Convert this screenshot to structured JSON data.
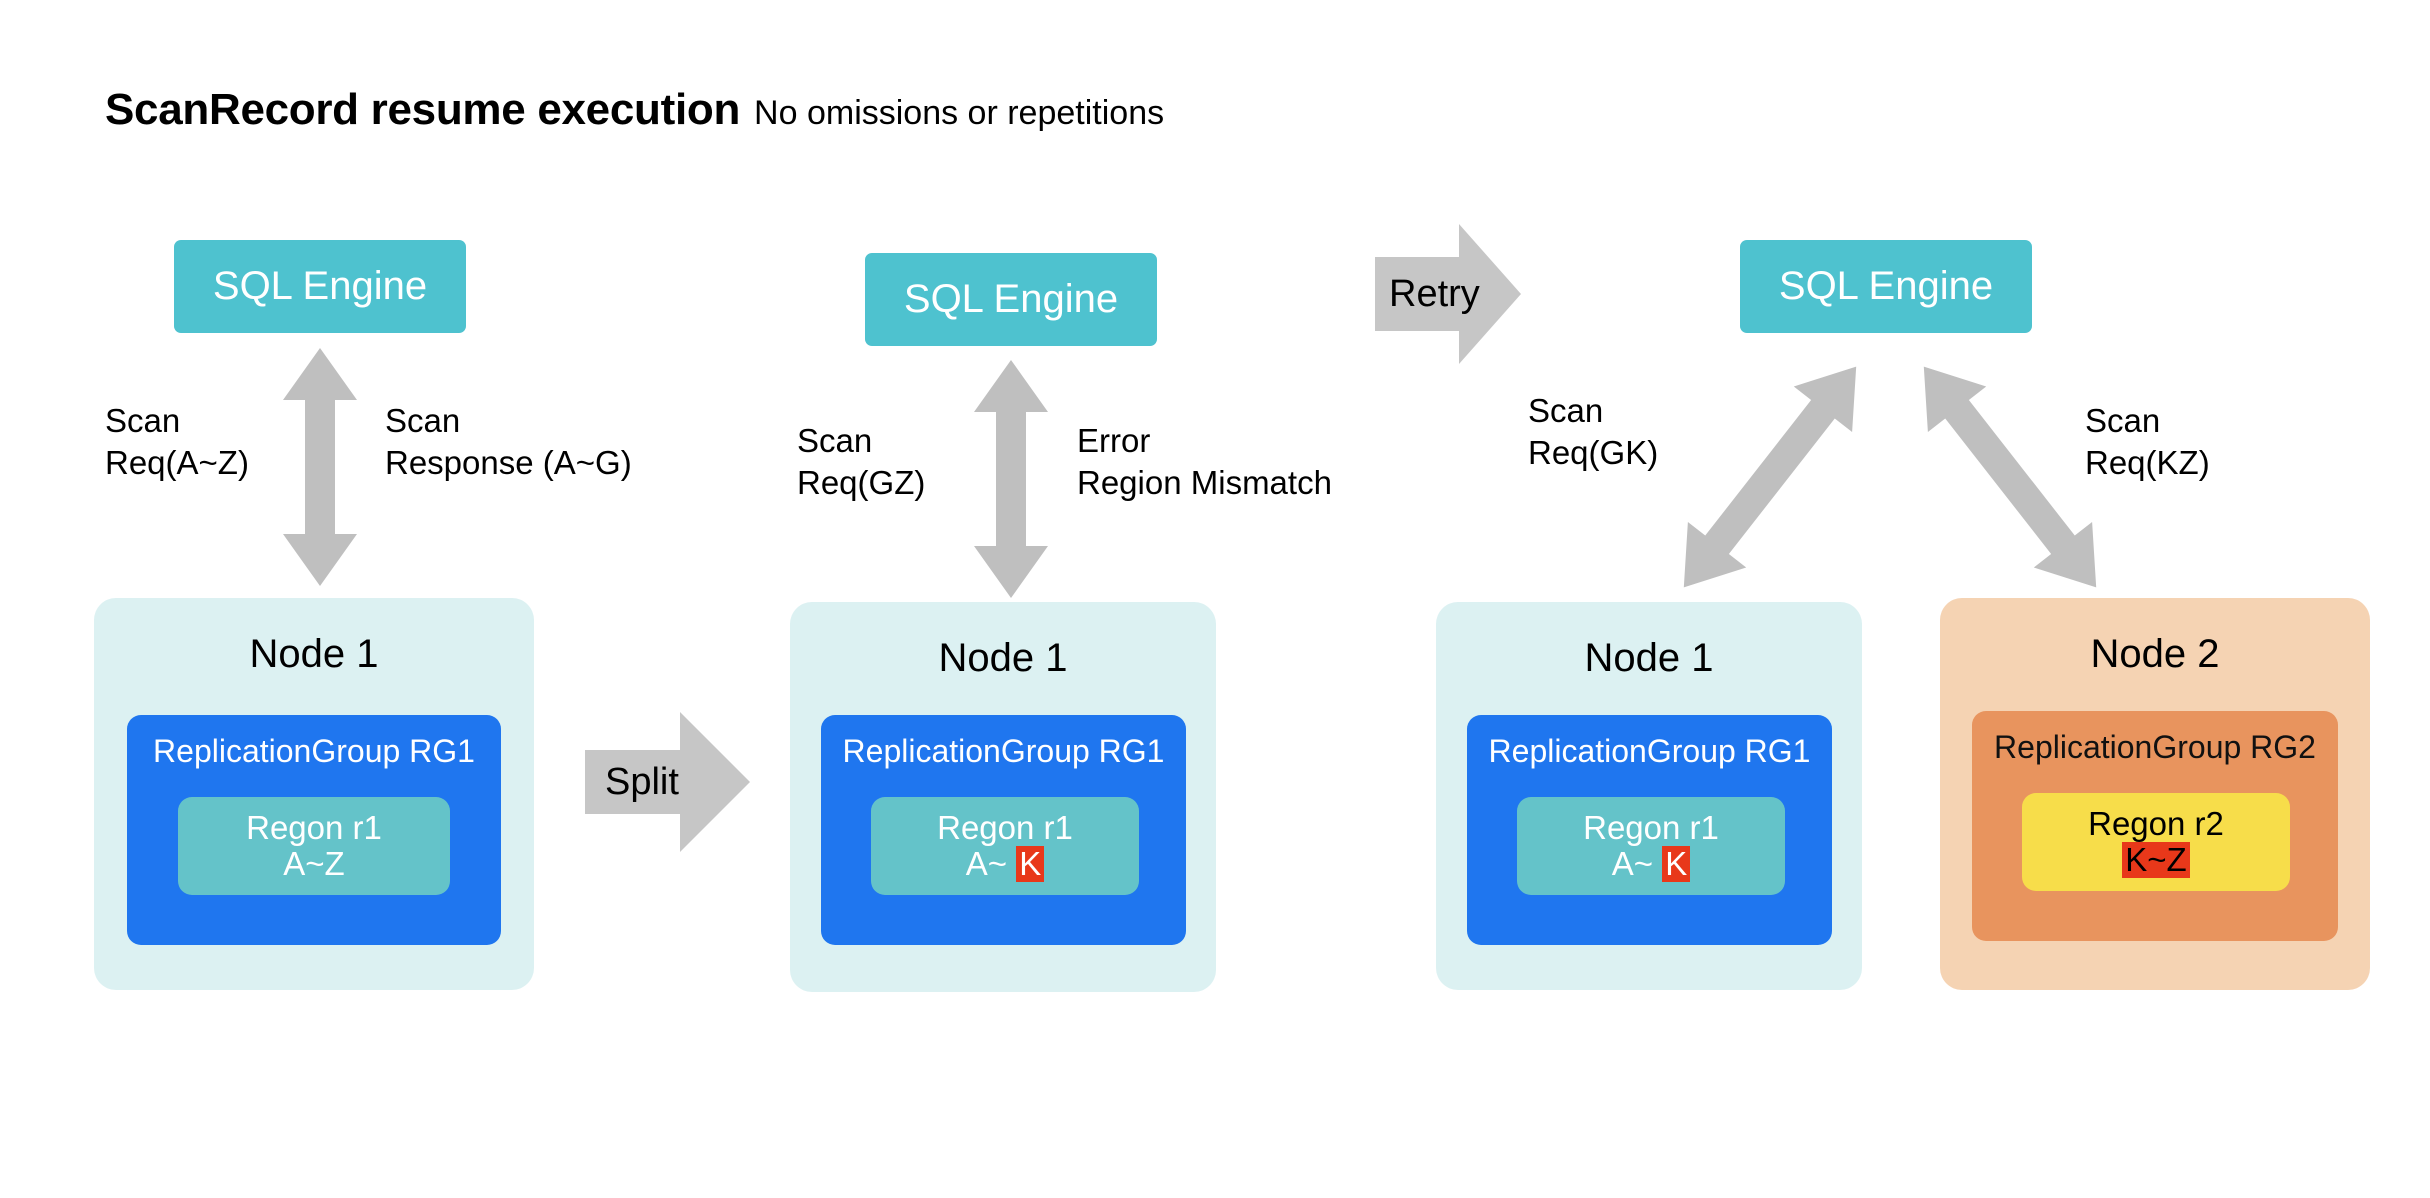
{
  "title": {
    "main": "ScanRecord resume execution",
    "sub": "No omissions or repetitions"
  },
  "colors": {
    "sql_engine": "#4ec2cf",
    "node_cyan": "#dcf1f2",
    "node_peach": "#f5d3b3",
    "rg_blue": "#1f76ef",
    "rg_salmon": "#e8945e",
    "region_teal": "#64c3c9",
    "region_yellow": "#f7dd4a",
    "highlight_red": "#e8381a",
    "arrow_gray": "#bfbfbf",
    "text_dark": "#000000",
    "text_light": "#ffffff"
  },
  "stages": [
    {
      "id": "stage-1",
      "sql_engine": "SQL Engine",
      "arrow_left_label": "Scan\nReq(A~Z)",
      "arrow_right_label": "Scan\nResponse (A~G)",
      "node_title": "Node 1",
      "rg_title": "ReplicationGroup RG1",
      "region_name": "Regon r1",
      "region_range_prefix": "A~Z",
      "region_range_highlight": ""
    },
    {
      "id": "stage-2",
      "sql_engine": "SQL Engine",
      "arrow_left_label": "Scan\nReq(GZ)",
      "arrow_right_label": "Error\nRegion Mismatch",
      "node_title": "Node 1",
      "rg_title": "ReplicationGroup RG1",
      "region_name": "Regon r1",
      "region_range_prefix": "A~ ",
      "region_range_highlight": "K"
    },
    {
      "id": "stage-3",
      "sql_engine": "SQL Engine",
      "arrow_left_label": "Scan\nReq(GK)",
      "arrow_right_label": "Scan\nReq(KZ)",
      "node_a": {
        "node_title": "Node 1",
        "rg_title": "ReplicationGroup RG1",
        "region_name": "Regon r1",
        "region_range_prefix": "A~ ",
        "region_range_highlight": "K"
      },
      "node_b": {
        "node_title": "Node 2",
        "rg_title": "ReplicationGroup RG2",
        "region_name": "Regon r2",
        "region_range_prefix": "",
        "region_range_highlight": "K~Z"
      }
    }
  ],
  "transitions": {
    "split": "Split",
    "retry": "Retry"
  }
}
